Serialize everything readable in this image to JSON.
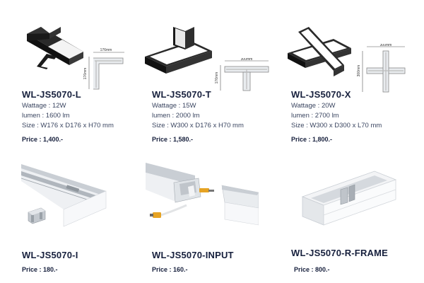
{
  "products": [
    {
      "name": "WL-JS5070-L",
      "specs": [
        "Wattage : 12W",
        "lumen : 1600 lm",
        "Size : W176 x D176 x H70 mm"
      ],
      "price": "Price : 1,400.-",
      "dims": {
        "w": "176mm",
        "h": "176mm"
      }
    },
    {
      "name": "WL-JS5070-T",
      "specs": [
        "Wattage : 15W",
        "lumen : 2000 lm",
        "Size : W300 x D176 x H70 mm"
      ],
      "price": "Price : 1,580.-",
      "dims": {
        "w": "300mm",
        "h": "176mm"
      }
    },
    {
      "name": "WL-JS5070-X",
      "specs": [
        "Wattage : 20W",
        "lumen : 2700 lm",
        "Size : W300 x D300 x L70 mm"
      ],
      "price": "Price : 1,800.-",
      "dims": {
        "w": "300mm",
        "h": "300mm"
      }
    },
    {
      "name": "WL-JS5070-I",
      "specs": [],
      "price": "Price : 180.-"
    },
    {
      "name": "WL-JS5070-INPUT",
      "specs": [],
      "price": "Price : 160.-"
    },
    {
      "name": "WL-JS5070-R-FRAME",
      "specs": [],
      "price": "Price : 800.-"
    }
  ],
  "colors": {
    "text": "#17203d",
    "body": "#3a4560",
    "profile": "#1a1a1a",
    "diffuser": "#ffffff",
    "aluminium": "#d9dde2"
  }
}
